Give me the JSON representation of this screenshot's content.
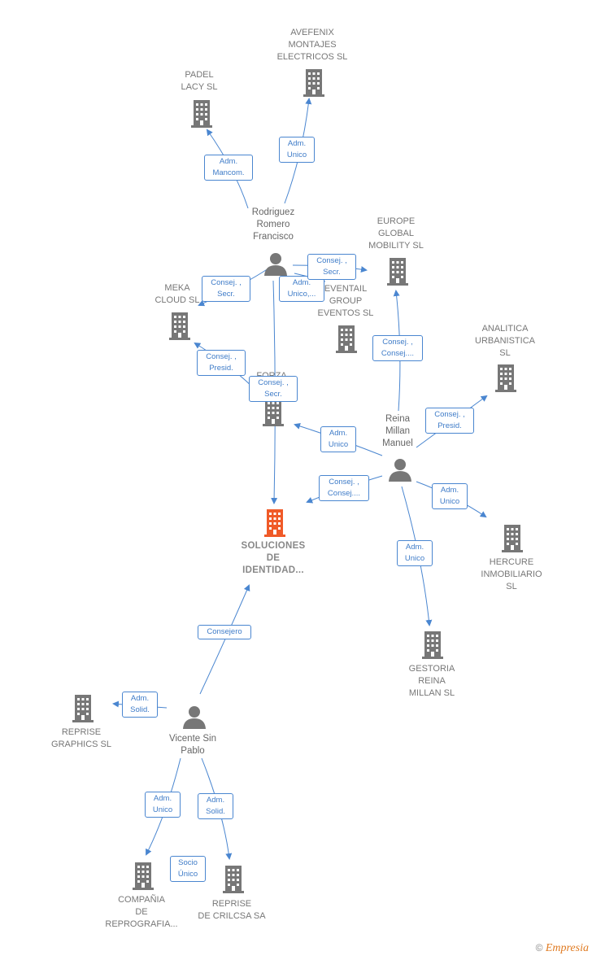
{
  "colors": {
    "edge": "#4a86d0",
    "company_icon": "#777777",
    "highlight": "#f05a28",
    "person_icon": "#777777"
  },
  "footer": {
    "copyright": "©",
    "brand": "Empresia"
  },
  "companies": {
    "avefenix": [
      "AVEFENIX",
      "MONTAJES",
      "ELECTRICOS SL"
    ],
    "padel": [
      "PADEL",
      "LACY SL"
    ],
    "europe": [
      "EUROPE",
      "GLOBAL",
      "MOBILITY  SL"
    ],
    "meka": [
      "MEKA",
      "CLOUD  SL"
    ],
    "eventail": [
      "EVENTAIL",
      "GROUP",
      "EVENTOS  SL"
    ],
    "analitica": [
      "ANALITICA",
      "URBANISTICA",
      "SL"
    ],
    "forza": [
      "FORZA"
    ],
    "soluciones": [
      "SOLUCIONES",
      "DE",
      "IDENTIDAD..."
    ],
    "hercure": [
      "HERCURE",
      "INMOBILIARIO",
      "SL"
    ],
    "gestoria": [
      "GESTORIA",
      "REINA",
      "MILLAN  SL"
    ],
    "reprise_graphics": [
      "REPRISE",
      "GRAPHICS  SL"
    ],
    "compania": [
      "COMPAÑIA",
      "DE",
      "REPROGRAFIA..."
    ],
    "reprise_crilcsa": [
      "REPRISE",
      "DE CRILCSA SA"
    ]
  },
  "persons": {
    "rodriguez": [
      "Rodriguez",
      "Romero",
      "Francisco"
    ],
    "reina": [
      "Reina",
      "Millan",
      "Manuel"
    ],
    "vicente": [
      "Vicente Sin",
      "Pablo"
    ]
  },
  "relations": {
    "adm_mancom": [
      "Adm.",
      "Mancom."
    ],
    "adm_unico_avefenix": [
      "Adm.",
      "Unico"
    ],
    "consej_secr_europe": [
      "Consej. ,",
      "Secr."
    ],
    "adm_unico_eventail": [
      "Adm.",
      "Unico,..."
    ],
    "consej_secr_meka": [
      "Consej. ,",
      "Secr."
    ],
    "consej_presid_meka": [
      "Consej. ,",
      "Presid."
    ],
    "consej_secr_forza": [
      "Consej. ,",
      "Secr."
    ],
    "consej_consej_europe": [
      "Consej. ,",
      "Consej...."
    ],
    "consej_presid_analitica": [
      "Consej. ,",
      "Presid."
    ],
    "adm_unico_forza": [
      "Adm.",
      "Unico"
    ],
    "consej_consej_soluciones": [
      "Consej. ,",
      "Consej...."
    ],
    "adm_unico_hercure": [
      "Adm.",
      "Unico"
    ],
    "adm_unico_gestoria": [
      "Adm.",
      "Unico"
    ],
    "consejero": [
      "Consejero"
    ],
    "adm_solid_reprise_graphics": [
      "Adm.",
      "Solid."
    ],
    "adm_unico_compania": [
      "Adm.",
      "Unico"
    ],
    "adm_solid_crilcsa": [
      "Adm.",
      "Solid."
    ],
    "socio_unico": [
      "Socio",
      "Único"
    ]
  }
}
